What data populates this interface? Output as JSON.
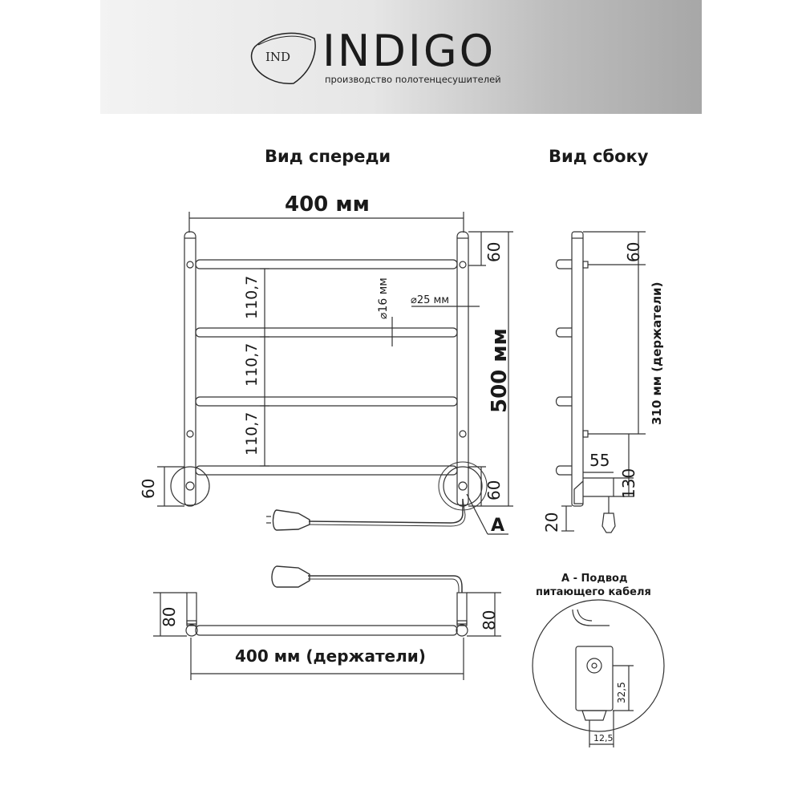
{
  "brand": {
    "logo_text": "IND",
    "name": "INDIGO",
    "tagline": "производство полотенцесушителей"
  },
  "views": {
    "front_title": "Вид спереди",
    "side_title": "Вид сбоку"
  },
  "front_dims": {
    "width": "400 мм",
    "height": "500 мм",
    "top_offset": "60",
    "bottom_offset_left": "60",
    "bottom_offset_right": "60",
    "spacing_1": "110,7",
    "spacing_2": "110,7",
    "spacing_3": "110,7",
    "pipe_diameter": "25 мм",
    "bar_diameter": "16 мм",
    "callout": "А"
  },
  "side_dims": {
    "top_offset": "60",
    "holders": "310 мм (держатели)",
    "depth": "55",
    "bottom": "130",
    "cable": "20"
  },
  "top_view_dims": {
    "left_depth": "80",
    "right_depth": "80",
    "holders": "400 мм (держатели)"
  },
  "detail": {
    "title_line1": "А - Подвод",
    "title_line2": "питающего кабеля",
    "height": "32,5",
    "width": "12,5"
  },
  "colors": {
    "line": "#333333",
    "header_light": "#f3f3f3",
    "header_dark": "#a7a7a7"
  }
}
